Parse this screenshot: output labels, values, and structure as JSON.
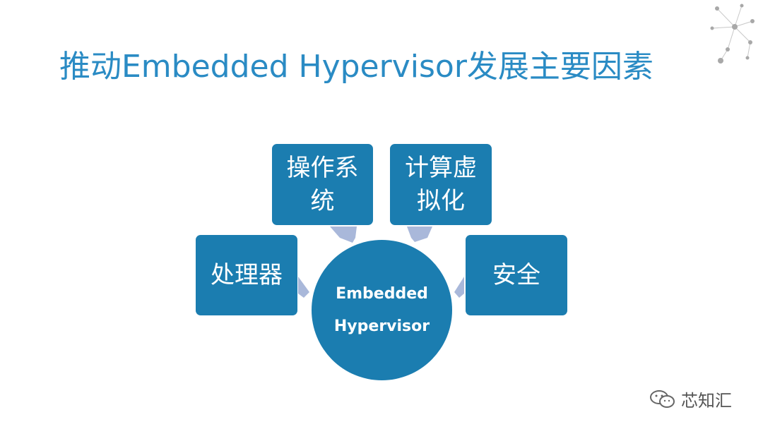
{
  "title": "推动Embedded Hypervisor发展主要因素",
  "center": {
    "line1": "Embedded",
    "line2": "Hypervisor"
  },
  "factors": {
    "os": {
      "line1": "操作系",
      "line2": "统"
    },
    "cv": {
      "line1": "计算虚",
      "line2": "拟化"
    },
    "cpu": {
      "line1": "处理器"
    },
    "sec": {
      "line1": "安全"
    }
  },
  "watermark": {
    "text": "芯知汇",
    "icon": "wechat-icon"
  },
  "colors": {
    "title": "#2a8bc4",
    "box": "#1b7db0",
    "arrow": "#a9b8da",
    "deco": "#b5b5b5"
  }
}
